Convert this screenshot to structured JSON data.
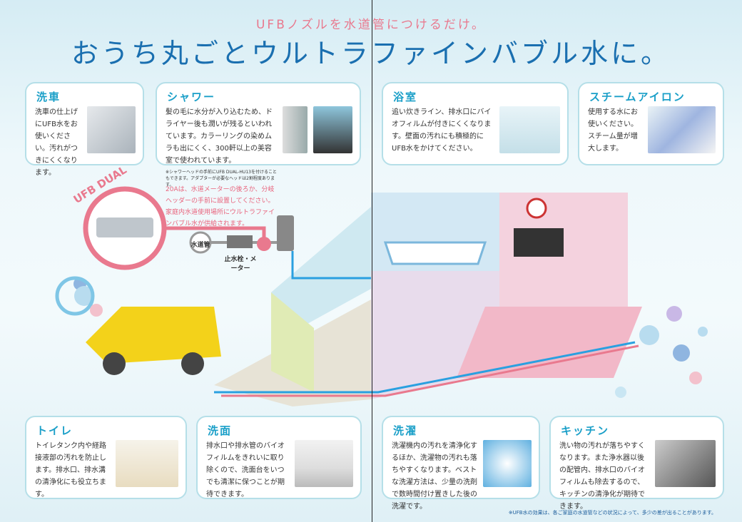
{
  "header": {
    "subtitle": "UFBノズルを水道管につけるだけ。",
    "title": "おうち丸ごとウルトラファインバブル水に。"
  },
  "cards": [
    {
      "title": "洗車",
      "text": "洗車の仕上げにUFB水をお使いください。汚れがつきにくくなります。"
    },
    {
      "title": "シャワー",
      "text": "髪の毛に水分が入り込むため、ドライヤー後も潤いが残るといわれています。カラーリングの染めムラも出にくく、300軒以上の美容室で使われています。",
      "note": "※シャワーヘッドの手前にUFB DUAL-HU13を付けることもできます。アダプターが必要なヘッドは2割程度あります。"
    },
    {
      "title": "浴室",
      "text": "追い炊きライン、排水口にバイオフィルムが付きにくくなります。壁面の汚れにも積極的にUFB水をかけてください。"
    },
    {
      "title": "スチームアイロン",
      "text": "使用する水にお使いください。スチーム量が増大します。"
    },
    {
      "title": "トイレ",
      "text": "トイレタンク内や経路接液部の汚れを防止します。排水口、排水溝の清浄化にも役立ちます。"
    },
    {
      "title": "洗面",
      "text": "排水口や排水管のバイオフィルムをきれいに取り除くので、洗面台をいつでも清潔に保つことが期待できます。"
    },
    {
      "title": "洗濯",
      "text": "洗濯機内の汚れを清浄化するほか、洗濯物の汚れも落ちやすくなります。ベストな洗濯方法は、少量の洗剤で数時間付け置きした後の洗濯です。"
    },
    {
      "title": "キッチン",
      "text": "洗い物の汚れが落ちやすくなります。また浄水器以後の配管内、排水口のバイオフィルムも除去するので、キッチンの清浄化が期待できます。"
    }
  ],
  "diagram": {
    "product": "UFB DUAL",
    "info": "20Aは、水道メーターの後ろか、分岐ヘッダーの手前に設置してください。家庭内水道使用場所にウルトラファインバブル水が供給されます。",
    "pipe_label": "水道管",
    "meter_label": "止水栓・メーター"
  },
  "footnote": "※UFB水の効果は、各ご家庭の水道管などの状況によって、多少の差が出ることがあります。"
}
